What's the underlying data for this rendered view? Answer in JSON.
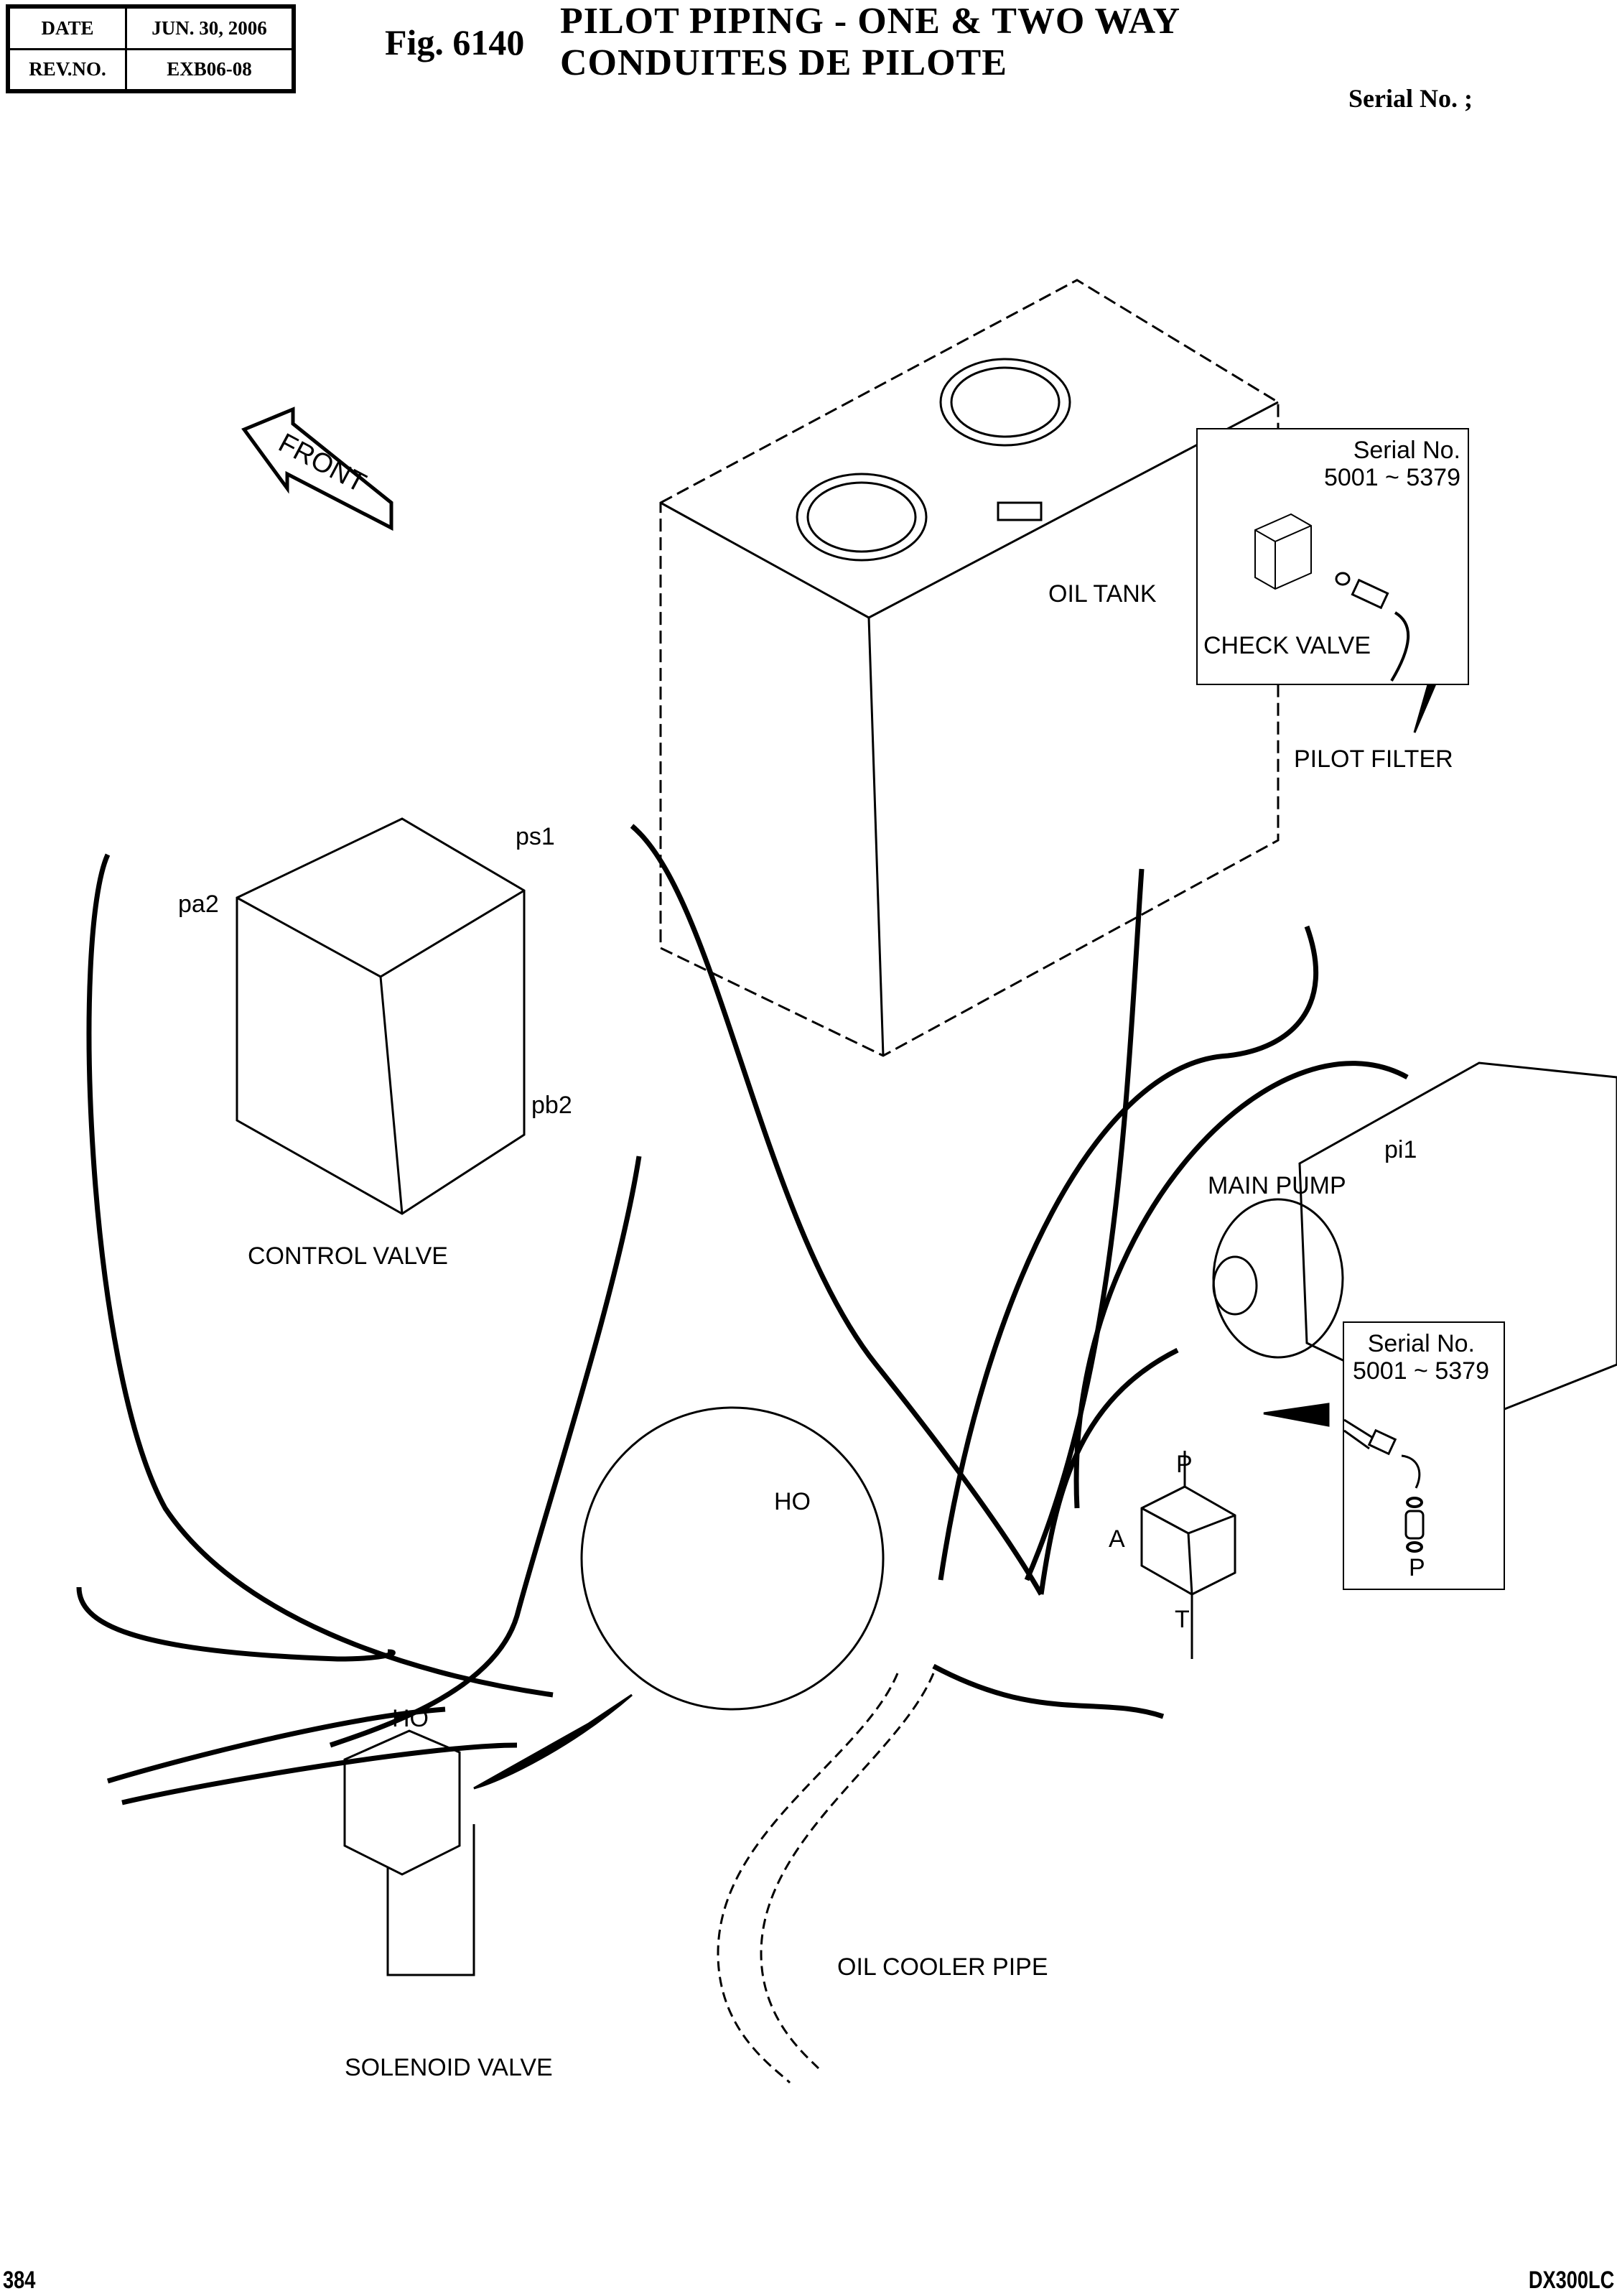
{
  "header": {
    "date_label": "DATE",
    "date_value": "JUN. 30, 2006",
    "rev_label": "REV.NO.",
    "rev_value": "EXB06-08",
    "figure_number": "Fig. 6140",
    "title_en": "PILOT PIPING - ONE & TWO WAY",
    "title_fr": "CONDUITES DE PILOTE",
    "serial_label": "Serial No. ;"
  },
  "footer": {
    "page_number": "384",
    "model": "DX300LC"
  },
  "diagram": {
    "orientation_arrow": "FRONT",
    "components": {
      "oil_tank": "OIL TANK",
      "check_valve": "CHECK VALVE",
      "pilot_filter": "PILOT FILTER",
      "control_valve": "CONTROL VALVE",
      "main_pump": "MAIN PUMP",
      "solenoid_valve": "SOLENOID VALVE",
      "oil_cooler_pipe": "OIL COOLER PIPE"
    },
    "ports": {
      "ps1": "ps1",
      "pa2": "pa2",
      "pb2": "pb2",
      "pi1": "pi1",
      "ho_main": "HO",
      "ho_detail": "HO",
      "p_block": "P",
      "a_block": "A",
      "t_block": "T",
      "p_inset": "P"
    },
    "insets": [
      {
        "serial_label": "Serial No.",
        "serial_range": "5001 ~ 5379",
        "content": "CHECK VALVE"
      },
      {
        "serial_label": "Serial No.",
        "serial_range": "5001 ~ 5379",
        "content": "P"
      }
    ]
  }
}
